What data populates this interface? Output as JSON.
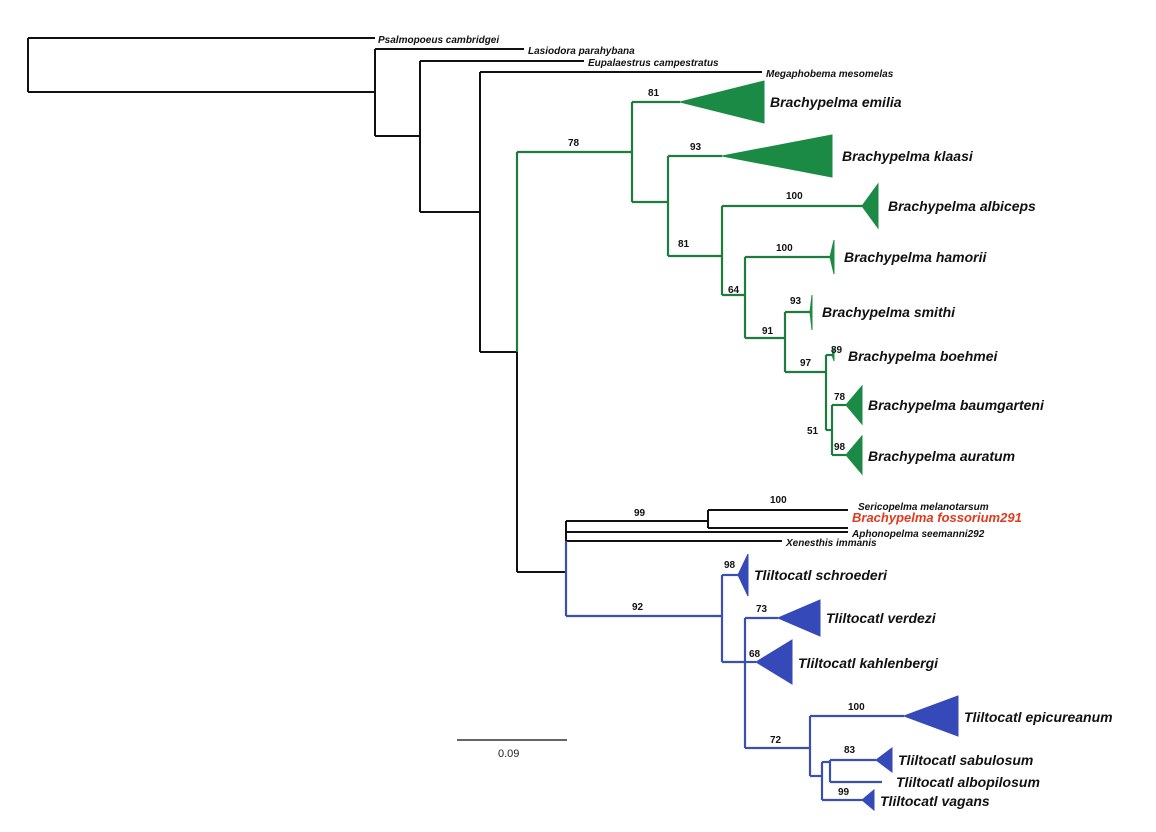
{
  "colors": {
    "outgroup": "#111111",
    "brachypelma": "#1e7d3e",
    "brachypelma_fill": "#1b8a45",
    "tliltocatl": "#3b4fb3",
    "tliltocatl_fill": "#3649b8",
    "highlight": "#e03a1e"
  },
  "taxa": {
    "psalmopoeus": "Psalmopoeus cambridgei",
    "lasiodora": "Lasiodora parahybana",
    "eupalaestrus": "Eupalaestrus campestratus",
    "megaphobema": "Megaphobema mesomelas",
    "b_emilia": "Brachypelma emilia",
    "b_klaasi": "Brachypelma klaasi",
    "b_albiceps": "Brachypelma albiceps",
    "b_hamorii": "Brachypelma hamorii",
    "b_smithi": "Brachypelma smithi",
    "b_boehmei": "Brachypelma boehmei",
    "b_baumgarteni": "Brachypelma baumgarteni",
    "b_auratum": "Brachypelma auratum",
    "sericopelma": "Sericopelma melanotarsum",
    "b_fossorium": "Brachypelma fossorium291",
    "aphonopelma": "Aphonopelma seemanni292",
    "xenesthis": "Xenesthis immanis",
    "t_schroederi": "Tliltocatl schroederi",
    "t_verdezi": "Tliltocatl verdezi",
    "t_kahlenbergi": "Tliltocatl kahlenbergi",
    "t_epicureanum": "Tliltocatl epicureanum",
    "t_sabulosum": "Tliltocatl sabulosum",
    "t_albopilosum": "Tliltocatl albopilosum",
    "t_vagans": "Tliltocatl vagans"
  },
  "support": {
    "emilia": "81",
    "brachypelma_clade": "78",
    "klaasi": "93",
    "albiceps": "100",
    "node_81b": "81",
    "hamorii": "100",
    "node_64": "64",
    "smithi": "93",
    "node_91": "91",
    "boehmei": "89",
    "node_97": "97",
    "baumgarteni": "78",
    "node_51": "51",
    "auratum": "98",
    "node_99": "99",
    "sericopelma_fossorium": "100",
    "schroederi": "98",
    "tliltocatl_clade": "92",
    "verdezi": "73",
    "kahlenbergi": "68",
    "epicureanum": "100",
    "node_72": "72",
    "sabulosum": "83",
    "vagans": "99"
  },
  "scale_bar": {
    "label": "0.09",
    "value": 0.09
  }
}
